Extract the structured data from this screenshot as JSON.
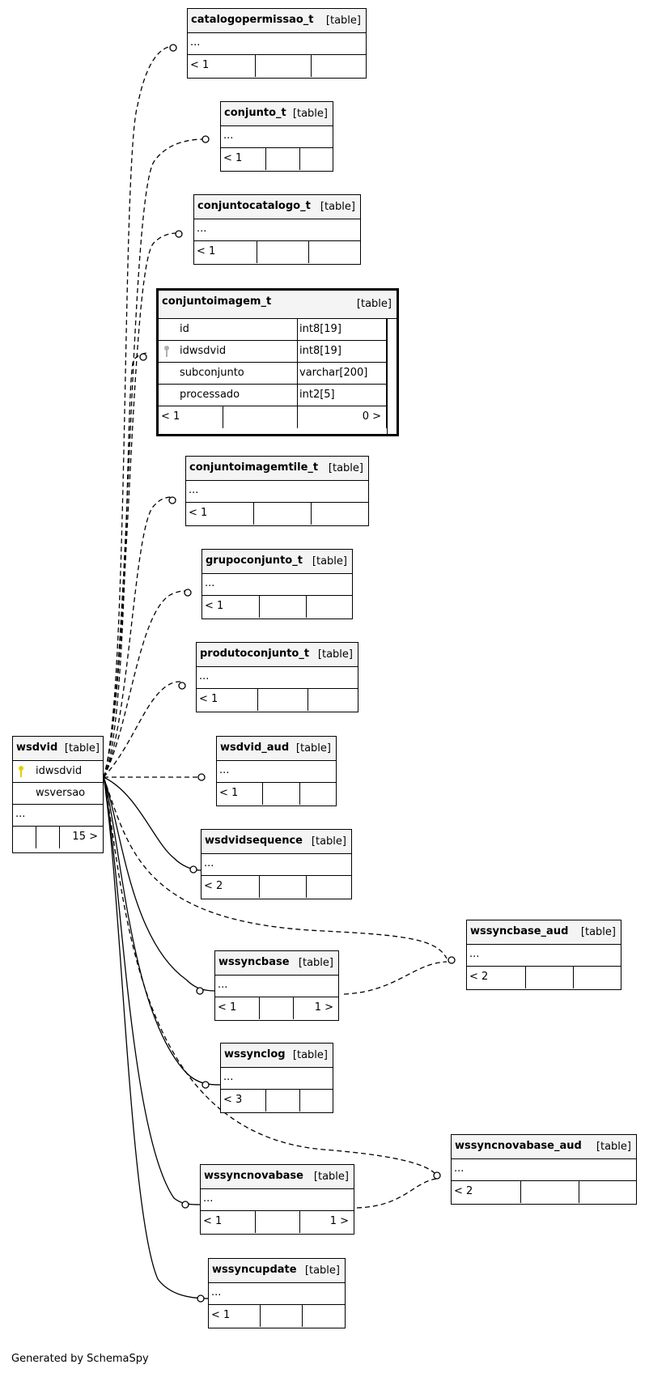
{
  "generator": "Generated by SchemaSpy",
  "colors": {
    "line": "#000000",
    "header_bg": "#f4f4f4",
    "primary_key": "#e6cf00",
    "foreign_key": "#b0b0b0"
  },
  "tables": {
    "catalogopermissao_t": {
      "name": "catalogopermissao_t",
      "type": "[table]",
      "columns": "...",
      "children": "< 1"
    },
    "conjunto_t": {
      "name": "conjunto_t",
      "type": "[table]",
      "columns": "...",
      "children": "< 1"
    },
    "conjuntocatalogo_t": {
      "name": "conjuntocatalogo_t",
      "type": "[table]",
      "columns": "...",
      "children": "< 1"
    },
    "conjuntoimagem_t": {
      "name": "conjuntoimagem_t",
      "type": "[table]",
      "columns": [
        {
          "name": "id",
          "datatype": "int8[19]"
        },
        {
          "name": "idwsdvid",
          "datatype": "int8[19]"
        },
        {
          "name": "subconjunto",
          "datatype": "varchar[200]"
        },
        {
          "name": "processado",
          "datatype": "int2[5]"
        }
      ],
      "children": "< 1",
      "parents": "0 >"
    },
    "conjuntoimagemtile_t": {
      "name": "conjuntoimagemtile_t",
      "type": "[table]",
      "columns": "...",
      "children": "< 1"
    },
    "grupoconjunto_t": {
      "name": "grupoconjunto_t",
      "type": "[table]",
      "columns": "...",
      "children": "< 1"
    },
    "produtoconjunto_t": {
      "name": "produtoconjunto_t",
      "type": "[table]",
      "columns": "...",
      "children": "< 1"
    },
    "wsdvid": {
      "name": "wsdvid",
      "type": "[table]",
      "columns": [
        {
          "name": "idwsdvid"
        },
        {
          "name": "wsversao"
        }
      ],
      "more": "...",
      "parents": "15 >"
    },
    "wsdvid_aud": {
      "name": "wsdvid_aud",
      "type": "[table]",
      "columns": "...",
      "children": "< 1"
    },
    "wsdvidsequence": {
      "name": "wsdvidsequence",
      "type": "[table]",
      "columns": "...",
      "children": "< 2"
    },
    "wssyncbase_aud": {
      "name": "wssyncbase_aud",
      "type": "[table]",
      "columns": "...",
      "children": "< 2"
    },
    "wssyncbase": {
      "name": "wssyncbase",
      "type": "[table]",
      "columns": "...",
      "children": "< 1",
      "parents": "1 >"
    },
    "wssynclog": {
      "name": "wssynclog",
      "type": "[table]",
      "columns": "...",
      "children": "< 3"
    },
    "wssyncnovabase_aud": {
      "name": "wssyncnovabase_aud",
      "type": "[table]",
      "columns": "...",
      "children": "< 2"
    },
    "wssyncnovabase": {
      "name": "wssyncnovabase",
      "type": "[table]",
      "columns": "...",
      "children": "< 1",
      "parents": "1 >"
    },
    "wssyncupdate": {
      "name": "wssyncupdate",
      "type": "[table]",
      "columns": "...",
      "children": "< 1"
    }
  }
}
